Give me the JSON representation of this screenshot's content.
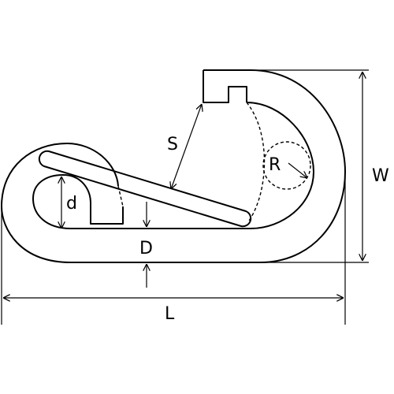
{
  "labels": {
    "S": "S",
    "R": "R",
    "d": "d",
    "D": "D",
    "W": "W",
    "L": "L"
  },
  "colors": {
    "stroke": "#000000",
    "background": "#ffffff"
  }
}
